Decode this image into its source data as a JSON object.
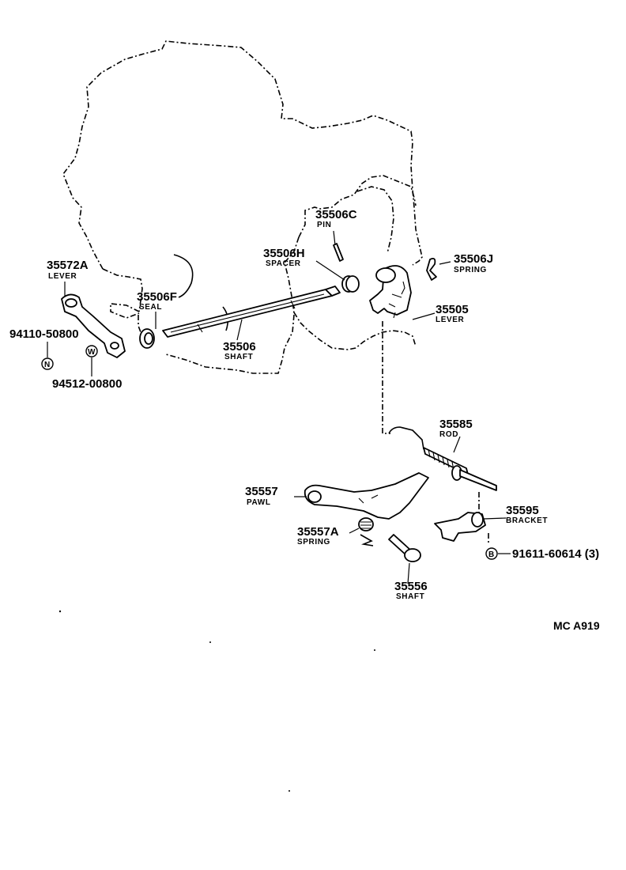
{
  "parts": [
    {
      "id": "lever-35572a",
      "number": "35572A",
      "name": "LEVER"
    },
    {
      "id": "seal-35506f",
      "number": "35506F",
      "name": "SEAL"
    },
    {
      "id": "shaft-35506",
      "number": "35506",
      "name": "SHAFT"
    },
    {
      "id": "spacer-35506h",
      "number": "35506H",
      "name": "SPACER"
    },
    {
      "id": "pin-35506c",
      "number": "35506C",
      "name": "PIN"
    },
    {
      "id": "spring-35506j",
      "number": "35506J",
      "name": "SPRING"
    },
    {
      "id": "lever-35505",
      "number": "35505",
      "name": "LEVER"
    },
    {
      "id": "rod-35585",
      "number": "35585",
      "name": "ROD"
    },
    {
      "id": "pawl-35557",
      "number": "35557",
      "name": "PAWL"
    },
    {
      "id": "bracket-35595",
      "number": "35595",
      "name": "BRACKET"
    },
    {
      "id": "spring-35557a",
      "number": "35557A",
      "name": "SPRING"
    },
    {
      "id": "shaft-35556",
      "number": "35556",
      "name": "SHAFT"
    }
  ],
  "fasteners": [
    {
      "id": "nut",
      "number": "94110-50800",
      "symbol": "N"
    },
    {
      "id": "washer",
      "number": "94512-00800",
      "symbol": "W"
    },
    {
      "id": "bolt",
      "number": "91611-60614 (3)",
      "symbol": "B"
    }
  ],
  "diagram_code": "MC  A919"
}
